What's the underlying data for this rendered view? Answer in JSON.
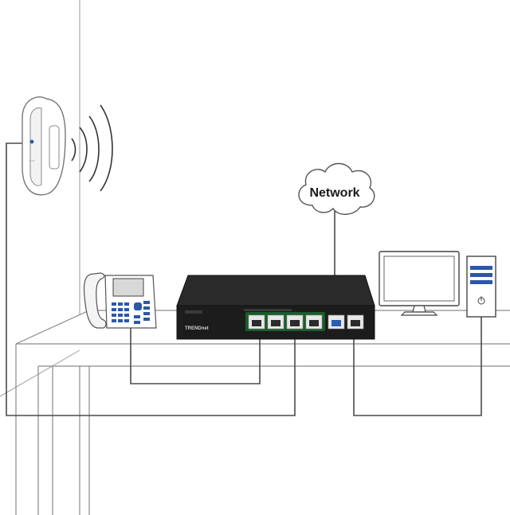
{
  "diagram": {
    "cloud_label": "Network",
    "switch": {
      "brand_text": "TRENDnet"
    },
    "colors": {
      "line": "#555555",
      "switch_body": "#1c1c1c",
      "port_green": "#1e9e3a",
      "port_blue": "#2a5db0",
      "phone_blue": "#2b58a8"
    },
    "devices": [
      "ceiling-access-point",
      "ip-phone",
      "poe-switch",
      "desktop-computer",
      "monitor",
      "network-cloud"
    ]
  }
}
